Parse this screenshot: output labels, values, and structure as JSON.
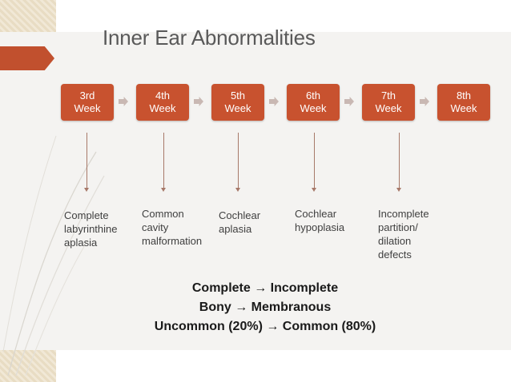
{
  "title": "Inner Ear Abnormalities",
  "weeks": [
    {
      "line1": "3rd",
      "line2": "Week"
    },
    {
      "line1": "4th",
      "line2": "Week"
    },
    {
      "line1": "5th",
      "line2": "Week"
    },
    {
      "line1": "6th",
      "line2": "Week"
    },
    {
      "line1": "7th",
      "line2": "Week"
    },
    {
      "line1": "8th",
      "line2": "Week"
    }
  ],
  "outcomes": [
    {
      "lines": [
        "Complete",
        "labyrinthine",
        "aplasia"
      ]
    },
    {
      "lines": [
        "Common",
        "cavity",
        "malformation"
      ]
    },
    {
      "lines": [
        "Cochlear",
        "aplasia"
      ]
    },
    {
      "lines": [
        "Cochlear",
        "hypoplasia"
      ]
    },
    {
      "lines": [
        "Incomplete",
        "partition/",
        "dilation",
        "defects"
      ]
    }
  ],
  "summary": [
    "Complete → Incomplete",
    "Bony → Membranous",
    "Uncommon (20%) → Common (80%)"
  ],
  "colors": {
    "accent": "#c8522f",
    "arrow": "#c9b8b3",
    "connector": "#a77969",
    "title": "#595959"
  }
}
